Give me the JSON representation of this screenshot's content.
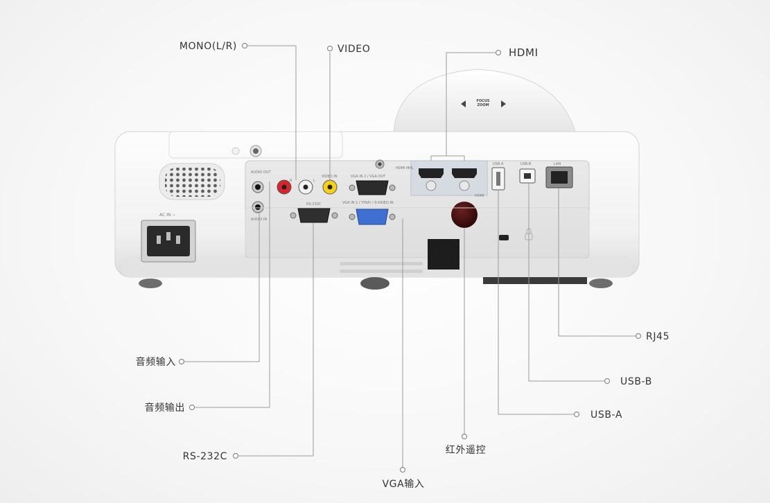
{
  "labels": {
    "mono": "MONO(L/R)",
    "video": "VIDEO",
    "hdmi": "HDMI",
    "audio_in": "音频输入",
    "audio_out": "音频输出",
    "rs232c": "RS-232C",
    "vga_in": "VGA输入",
    "ir_remote": "红外遥控",
    "usb_a": "USB-A",
    "usb_b": "USB-B",
    "rj45": "RJ45"
  },
  "panel_text": {
    "ac_in": "AC IN ∼",
    "audio_out": "AUDIO OUT",
    "audio_in": "AUDIO IN",
    "r": "R",
    "l": "L",
    "video_in": "VIDEO IN",
    "vga_in2_out": "VGA IN 2 / VGA OUT",
    "vga_in1": "VGA IN 1 / YPbPr / S-VIDEO IN",
    "rs232c": "RS-232C",
    "hdmi_mhl": "HDMI MHL",
    "hdmi": "HDMI",
    "usb_a": "USB-A",
    "usb_b": "USB-B",
    "lan": "LAN",
    "focus": "FOCUS",
    "zoom": "ZOOM"
  },
  "colors": {
    "audio_r": "#d8242b",
    "audio_l": "#f2f2f2",
    "video": "#f5d21a",
    "vga_blue": "#3f6fd0",
    "lead": "#9a9a9a"
  }
}
